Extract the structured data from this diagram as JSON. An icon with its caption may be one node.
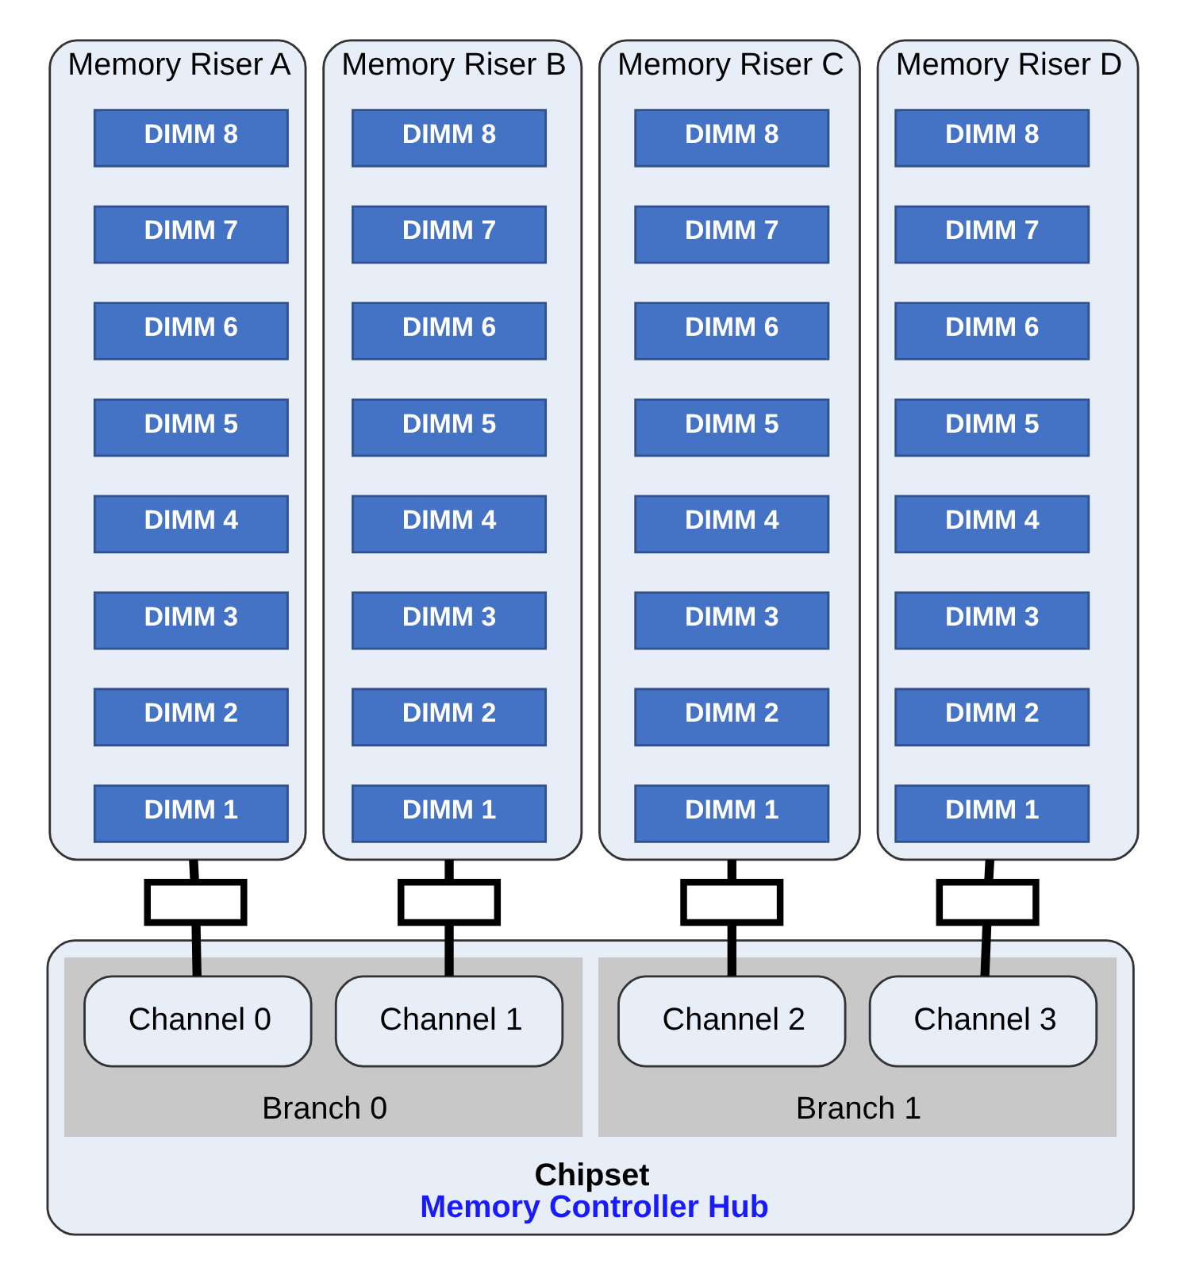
{
  "diagram": {
    "nodes": [
      {
        "text": [
          "Memory Riser A"
        ]
      },
      {
        "text": [
          "DIMM 8"
        ],
        "in": 0
      },
      {
        "text": [
          "DIMM 7"
        ],
        "in": 0
      },
      {
        "text": [
          "DIMM 6"
        ],
        "in": 0
      },
      {
        "text": [
          "DIMM 5"
        ],
        "in": 0
      },
      {
        "text": [
          "DIMM 4"
        ],
        "in": 0
      },
      {
        "text": [
          "DIMM 3"
        ],
        "in": 0
      },
      {
        "text": [
          "DIMM 2"
        ],
        "in": 0
      },
      {
        "text": [
          "DIMM 1"
        ],
        "in": 0
      },
      {
        "text": [
          "Memory Riser B"
        ]
      },
      {
        "text": [
          "DIMM 8"
        ],
        "in": 9
      },
      {
        "text": [
          "DIMM 7"
        ],
        "in": 9
      },
      {
        "text": [
          "DIMM 6"
        ],
        "in": 9
      },
      {
        "text": [
          "DIMM 5"
        ],
        "in": 9
      },
      {
        "text": [
          "DIMM 4"
        ],
        "in": 9
      },
      {
        "text": [
          "DIMM 3"
        ],
        "in": 9
      },
      {
        "text": [
          "DIMM 2"
        ],
        "in": 9
      },
      {
        "text": [
          "DIMM 1"
        ],
        "in": 9
      },
      {
        "text": [
          "Memory Riser C"
        ]
      },
      {
        "text": [
          "DIMM 8"
        ],
        "in": 18
      },
      {
        "text": [
          "DIMM 7"
        ],
        "in": 18
      },
      {
        "text": [
          "DIMM 6"
        ],
        "in": 18
      },
      {
        "text": [
          "DIMM 5"
        ],
        "in": 18
      },
      {
        "text": [
          "DIMM 4"
        ],
        "in": 18
      },
      {
        "text": [
          "DIMM 3"
        ],
        "in": 18
      },
      {
        "text": [
          "DIMM 2"
        ],
        "in": 18
      },
      {
        "text": [
          "DIMM 1"
        ],
        "in": 18
      },
      {
        "text": [
          "Memory Riser D"
        ]
      },
      {
        "text": [
          "DIMM 8"
        ],
        "in": 27
      },
      {
        "text": [
          "DIMM 7"
        ],
        "in": 27
      },
      {
        "text": [
          "DIMM 6"
        ],
        "in": 27
      },
      {
        "text": [
          "DIMM 5"
        ],
        "in": 27
      },
      {
        "text": [
          "DIMM 4"
        ],
        "in": 27
      },
      {
        "text": [
          "DIMM 3"
        ],
        "in": 27
      },
      {
        "text": [
          "DIMM 2"
        ],
        "in": 27
      },
      {
        "text": [
          "DIMM 1"
        ],
        "in": 27
      },
      {
        "text": [],
        "shape": "box"
      },
      {
        "text": [],
        "shape": "box"
      },
      {
        "text": [],
        "shape": "box"
      },
      {
        "text": [],
        "shape": "box"
      },
      {
        "text": [
          "Chipset",
          "Memory Controller Hub"
        ]
      },
      {
        "text": [
          "Branch 0"
        ],
        "in": 40
      },
      {
        "text": [
          "Channel 0"
        ],
        "in": 41
      },
      {
        "text": [
          "Channel 1"
        ],
        "in": 41
      },
      {
        "text": [
          "Branch 1"
        ],
        "in": 40
      },
      {
        "text": [
          "Channel 2"
        ],
        "in": 44
      },
      {
        "text": [
          "Channel 3"
        ],
        "in": 44
      }
    ],
    "edges": [
      {
        "from": 0,
        "to": 36,
        "arrow": "none"
      },
      {
        "from": 36,
        "to": 42,
        "arrow": "none"
      },
      {
        "from": 9,
        "to": 37,
        "arrow": "none"
      },
      {
        "from": 37,
        "to": 43,
        "arrow": "none"
      },
      {
        "from": 18,
        "to": 38,
        "arrow": "none"
      },
      {
        "from": 38,
        "to": 45,
        "arrow": "none"
      },
      {
        "from": 27,
        "to": 39,
        "arrow": "none"
      },
      {
        "from": 39,
        "to": 46,
        "arrow": "none"
      }
    ]
  }
}
